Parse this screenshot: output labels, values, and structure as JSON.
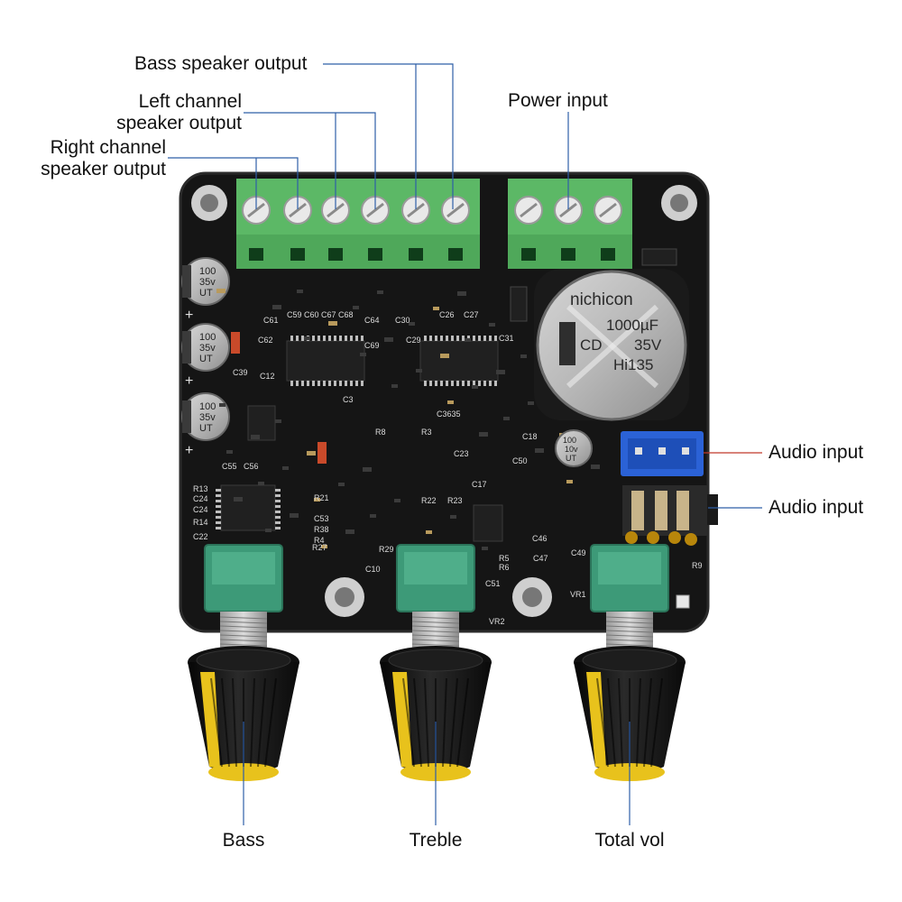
{
  "labels": {
    "bass_speaker_output": "Bass speaker output",
    "left_channel_line1": "Left channel",
    "left_channel_line2": "speaker output",
    "right_channel_line1": "Right channel",
    "right_channel_line2": "speaker output",
    "power_input": "Power input",
    "audio_input_header": "Audio input",
    "audio_input_jack": "Audio input",
    "bass": "Bass",
    "treble": "Treble",
    "total_vol": "Total vol"
  },
  "components": {
    "main_cap_brand": "nichicon",
    "main_cap_value": "1000µF",
    "main_cap_code": "CD",
    "main_cap_voltage": "35V",
    "main_cap_series": "Hi135",
    "small_cap_value": "100",
    "small_cap_voltage": "35v",
    "small_cap_code": "UT",
    "tiny_cap_value": "100",
    "tiny_cap_voltage": "10v",
    "tiny_cap_code": "UT",
    "vr1": "VR1",
    "vr2": "VR2"
  },
  "colors": {
    "pcb": "#151515",
    "terminal_green": "#4fa85a",
    "pot_green": "#3d9a78",
    "knob_black": "#1a1a1a",
    "knob_yellow": "#e8c21c",
    "leader_blue": "#2f5fa8",
    "leader_red": "#c0392b",
    "header_blue": "#2b62d6"
  }
}
